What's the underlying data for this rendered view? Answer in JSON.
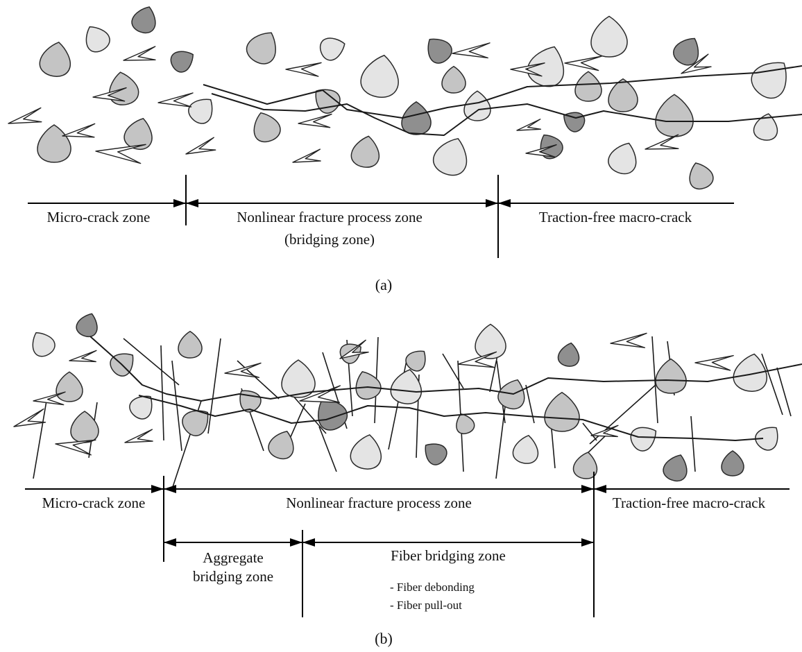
{
  "panel_a": {
    "caption": "(a)",
    "zones": {
      "micro_crack": "Micro-crack zone",
      "fracture_process": "Nonlinear fracture process zone",
      "bridging": "(bridging zone)",
      "macro_crack": "Traction-free macro-crack"
    }
  },
  "panel_b": {
    "caption": "(b)",
    "zones": {
      "micro_crack": "Micro-crack zone",
      "fracture_process": "Nonlinear fracture process zone",
      "macro_crack": "Traction-free macro-crack",
      "aggregate_bridging_line1": "Aggregate",
      "aggregate_bridging_line2": "bridging zone",
      "fiber_bridging": "Fiber bridging zone",
      "fiber_debonding": "- Fiber debonding",
      "fiber_pullout": "- Fiber pull-out"
    }
  },
  "colors": {
    "aggregate_light": "#e4e4e4",
    "aggregate_mid": "#c4c4c4",
    "aggregate_dark": "#8f8f8f",
    "line": "#000000"
  }
}
